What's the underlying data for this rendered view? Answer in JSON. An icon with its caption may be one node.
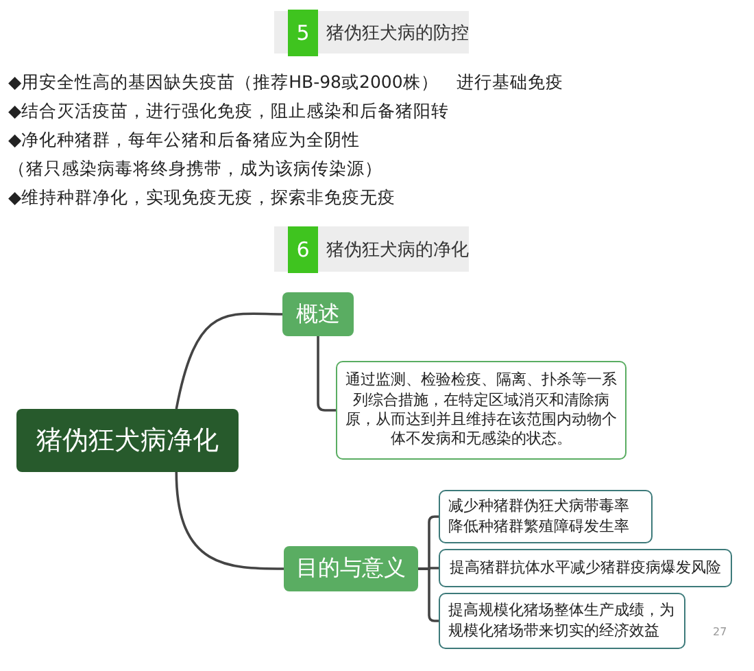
{
  "diagram": {
    "nodes": [
      {
        "text": [
          "5",
          "猪伪狂犬病的防控"
        ]
      },
      {
        "text": [
          "6",
          "猪伪狂犬病的净化"
        ]
      },
      {
        "text": [
          "猪伪狂犬病净化"
        ]
      },
      {
        "text": [
          "概述"
        ]
      },
      {
        "text": [
          "通过监测、检验检疫、隔离、扑杀等一系列综合措施，在特定区域消灭和清除病原，从而达到并且维持在该范围内动物个体不发病和无感染的状态。"
        ]
      },
      {
        "text": [
          "目的与意义"
        ]
      },
      {
        "text": [
          "减少种猪群伪狂犬病带毒率降低种猪群繁殖障碍发生率"
        ]
      },
      {
        "text": [
          "提高猪群抗体水平减少猪群疫病爆发风险"
        ]
      },
      {
        "text": [
          "提高规模化猪场整体生产成绩，为规模化猪场带来切实的经济效益"
        ]
      }
    ],
    "edges": [
      {
        "from": 2,
        "to": 3,
        "arrow": "none"
      },
      {
        "from": 3,
        "to": 4,
        "arrow": "none"
      },
      {
        "from": 2,
        "to": 5,
        "arrow": "none"
      },
      {
        "from": 5,
        "to": 6,
        "arrow": "none"
      },
      {
        "from": 5,
        "to": 7,
        "arrow": "none"
      },
      {
        "from": 5,
        "to": 8,
        "arrow": "none"
      }
    ],
    "labels": [
      "◆用安全性高的基因缺失疫苗（推荐HB-98或2000株）　进行基础免疫",
      "◆结合灭活疫苗，进行强化免疫，阻止感染和后备猪阳转",
      "◆净化种猪群，每年公猪和后备猪应为全阴性",
      "（猪只感染病毒将终身携带，成为该病传染源）",
      "◆维持种群净化，实现免疫无疫，探索非免疫无疫",
      "27"
    ]
  }
}
